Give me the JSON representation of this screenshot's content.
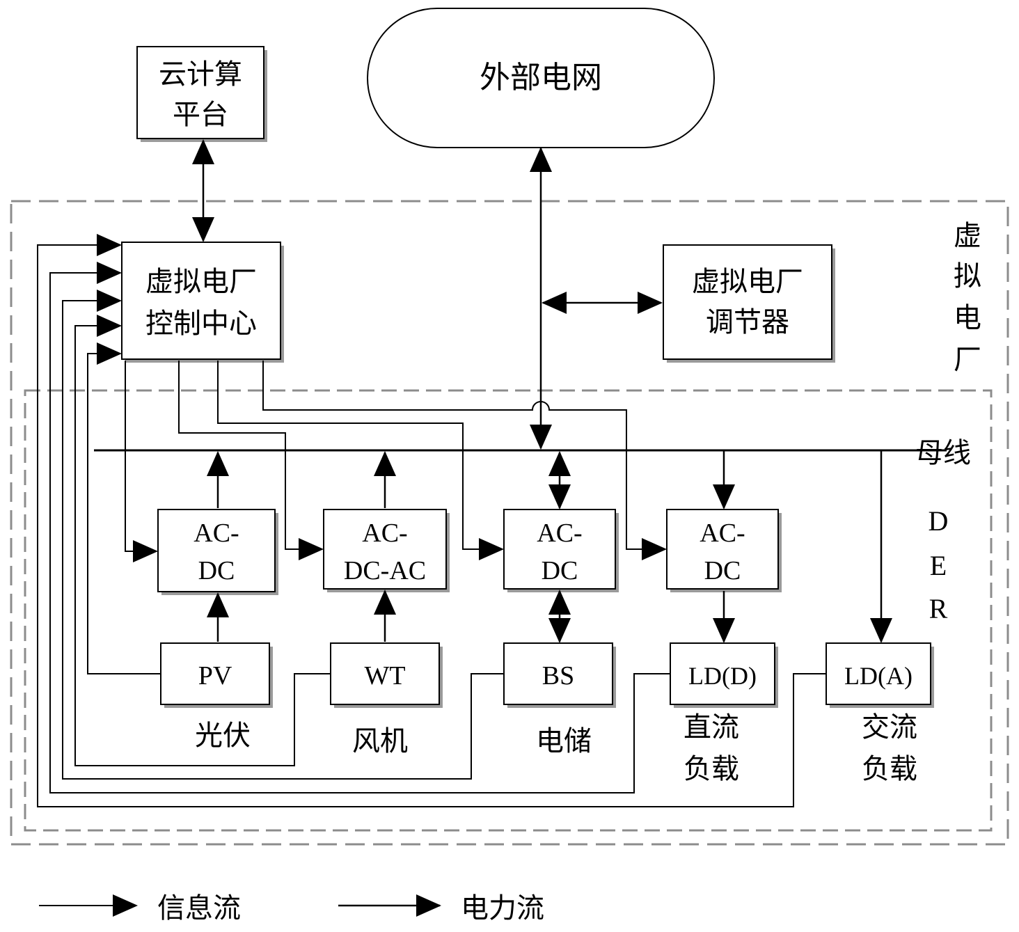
{
  "external_grid": {
    "label": "外部电网"
  },
  "cloud_platform": {
    "line1": "云计算",
    "line2": "平台"
  },
  "control_center": {
    "line1": "虚拟电厂",
    "line2": "控制中心"
  },
  "regulator": {
    "line1": "虚拟电厂",
    "line2": "调节器"
  },
  "vpp_region_label": [
    "虚",
    "拟",
    "电",
    "厂"
  ],
  "der_region_label": [
    "D",
    "E",
    "R"
  ],
  "bus_label": "母线",
  "converters": [
    {
      "line1": "AC-",
      "line2": "DC"
    },
    {
      "line1": "AC-",
      "line2": "DC-AC"
    },
    {
      "line1": "AC-",
      "line2": "DC"
    },
    {
      "line1": "AC-",
      "line2": "DC"
    }
  ],
  "units": [
    {
      "code": "PV",
      "caption": [
        "光伏"
      ]
    },
    {
      "code": "WT",
      "caption": [
        "风机"
      ]
    },
    {
      "code": "BS",
      "caption": [
        "电储"
      ]
    },
    {
      "code": "LD(D)",
      "caption": [
        "直流",
        "负载"
      ]
    },
    {
      "code": "LD(A)",
      "caption": [
        "交流",
        "负载"
      ]
    }
  ],
  "legend": [
    {
      "label": "信息流"
    },
    {
      "label": "电力流"
    }
  ],
  "colors": {
    "line": "#000000",
    "dashed_boundary": "#8c8c8c",
    "background": "#ffffff"
  }
}
